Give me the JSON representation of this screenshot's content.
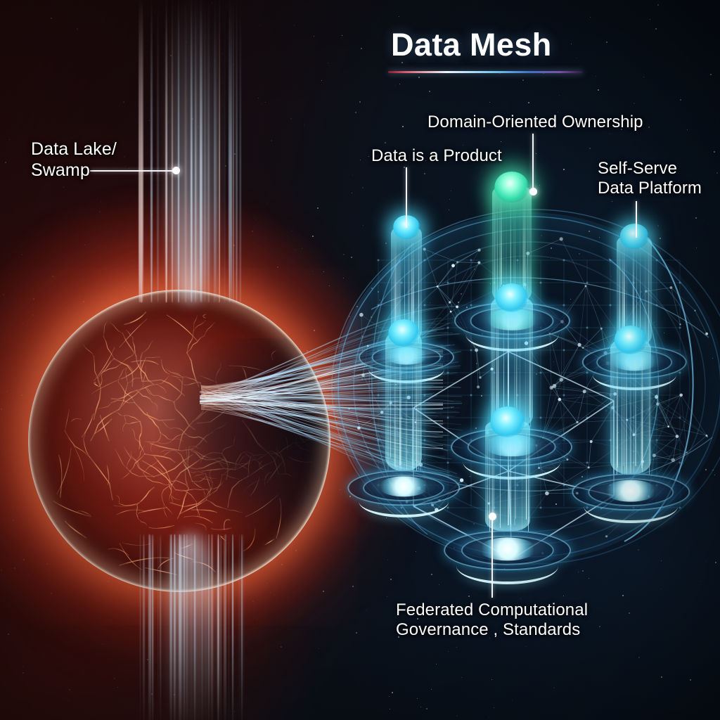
{
  "title": "Data Mesh",
  "theme": {
    "background_left": "#2a0d0e",
    "background_right": "#070d16",
    "sphere_core": "#8e2318",
    "sphere_rim": "#ffd9b5",
    "pillar_cyan": "#4ad6f5",
    "pillar_green": "#3ee0a8",
    "label_text": "#fdfdfd",
    "rule_gradient": "#8b1b2c,#eef4fb,#6fc6f2,#7b4fa8"
  },
  "labels": {
    "data_lake": "Data Lake/\nSwamp",
    "data_product": "Data is a Product",
    "domain_ownership": "Domain-Oriented Ownership",
    "self_serve": "Self-Serve\nData Platform",
    "governance": "Federated Computational\nGovernance , Standards"
  },
  "diagram": {
    "source_node": "Data Lake/Swamp",
    "pillar_count": 6,
    "highlight_pillar": "Domain-Oriented Ownership",
    "flow_direction": "left-to-right",
    "pillars": [
      {
        "id": "pillar-front-left",
        "label_ref": "data_product",
        "color": "#4ad6f5"
      },
      {
        "id": "pillar-back-left",
        "label_ref": "data_product",
        "color": "#4ad6f5"
      },
      {
        "id": "pillar-back-center",
        "label_ref": "domain_ownership",
        "color": "#3ee0a8"
      },
      {
        "id": "pillar-front-center",
        "label_ref": "governance",
        "color": "#4ad6f5"
      },
      {
        "id": "pillar-back-right",
        "label_ref": "self_serve",
        "color": "#4ad6f5"
      },
      {
        "id": "pillar-front-right",
        "label_ref": "self_serve",
        "color": "#4ad6f5"
      }
    ]
  }
}
